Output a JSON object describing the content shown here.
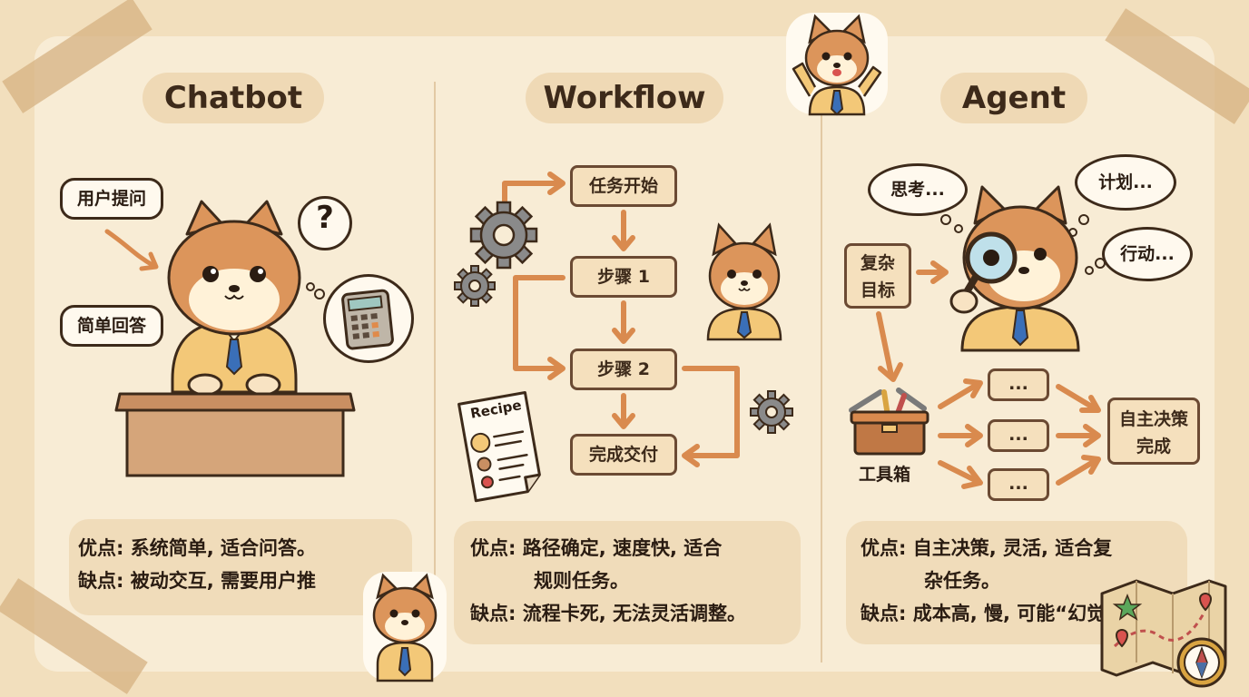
{
  "panels": [
    {
      "title": "Chatbot"
    },
    {
      "title": "Workflow"
    },
    {
      "title": "Agent"
    }
  ],
  "chatbot": {
    "user_question": "用户提问",
    "simple_answer": "简单回答",
    "question_mark": "?",
    "pros_label": "优点:",
    "pros_text": "系统简单, 适合问答。",
    "cons_label": "缺点:",
    "cons_text": "被动交互, 需要用户推"
  },
  "workflow": {
    "steps": [
      "任务开始",
      "步骤 1",
      "步骤 2",
      "完成交付"
    ],
    "recipe_label": "Recipe",
    "pros_label": "优点:",
    "pros_line1": "路径确定, 速度快, 适合",
    "pros_line2": "规则任务。",
    "cons_label": "缺点:",
    "cons_text": "流程卡死, 无法灵活调整。"
  },
  "agent": {
    "think": "思考...",
    "plan": "计划...",
    "act": "行动...",
    "goal": "复杂\n目标",
    "toolbox": "工具箱",
    "options": [
      "...",
      "...",
      "..."
    ],
    "decision": "自主决策\n完成",
    "pros_label": "优点:",
    "pros_line1": "自主决策, 灵活, 适合复",
    "pros_line2": "杂任务。",
    "cons_label": "缺点:",
    "cons_text": "成本高, 慢, 可能“幻觉”"
  },
  "colors": {
    "background": "#f2dfbd",
    "paper": "#f8ecd5",
    "box_fill": "#f5e0bd",
    "arrow": "#d98a4e",
    "fur": "#dc955b",
    "shirt": "#f3c878",
    "tie": "#3a6fb8"
  }
}
